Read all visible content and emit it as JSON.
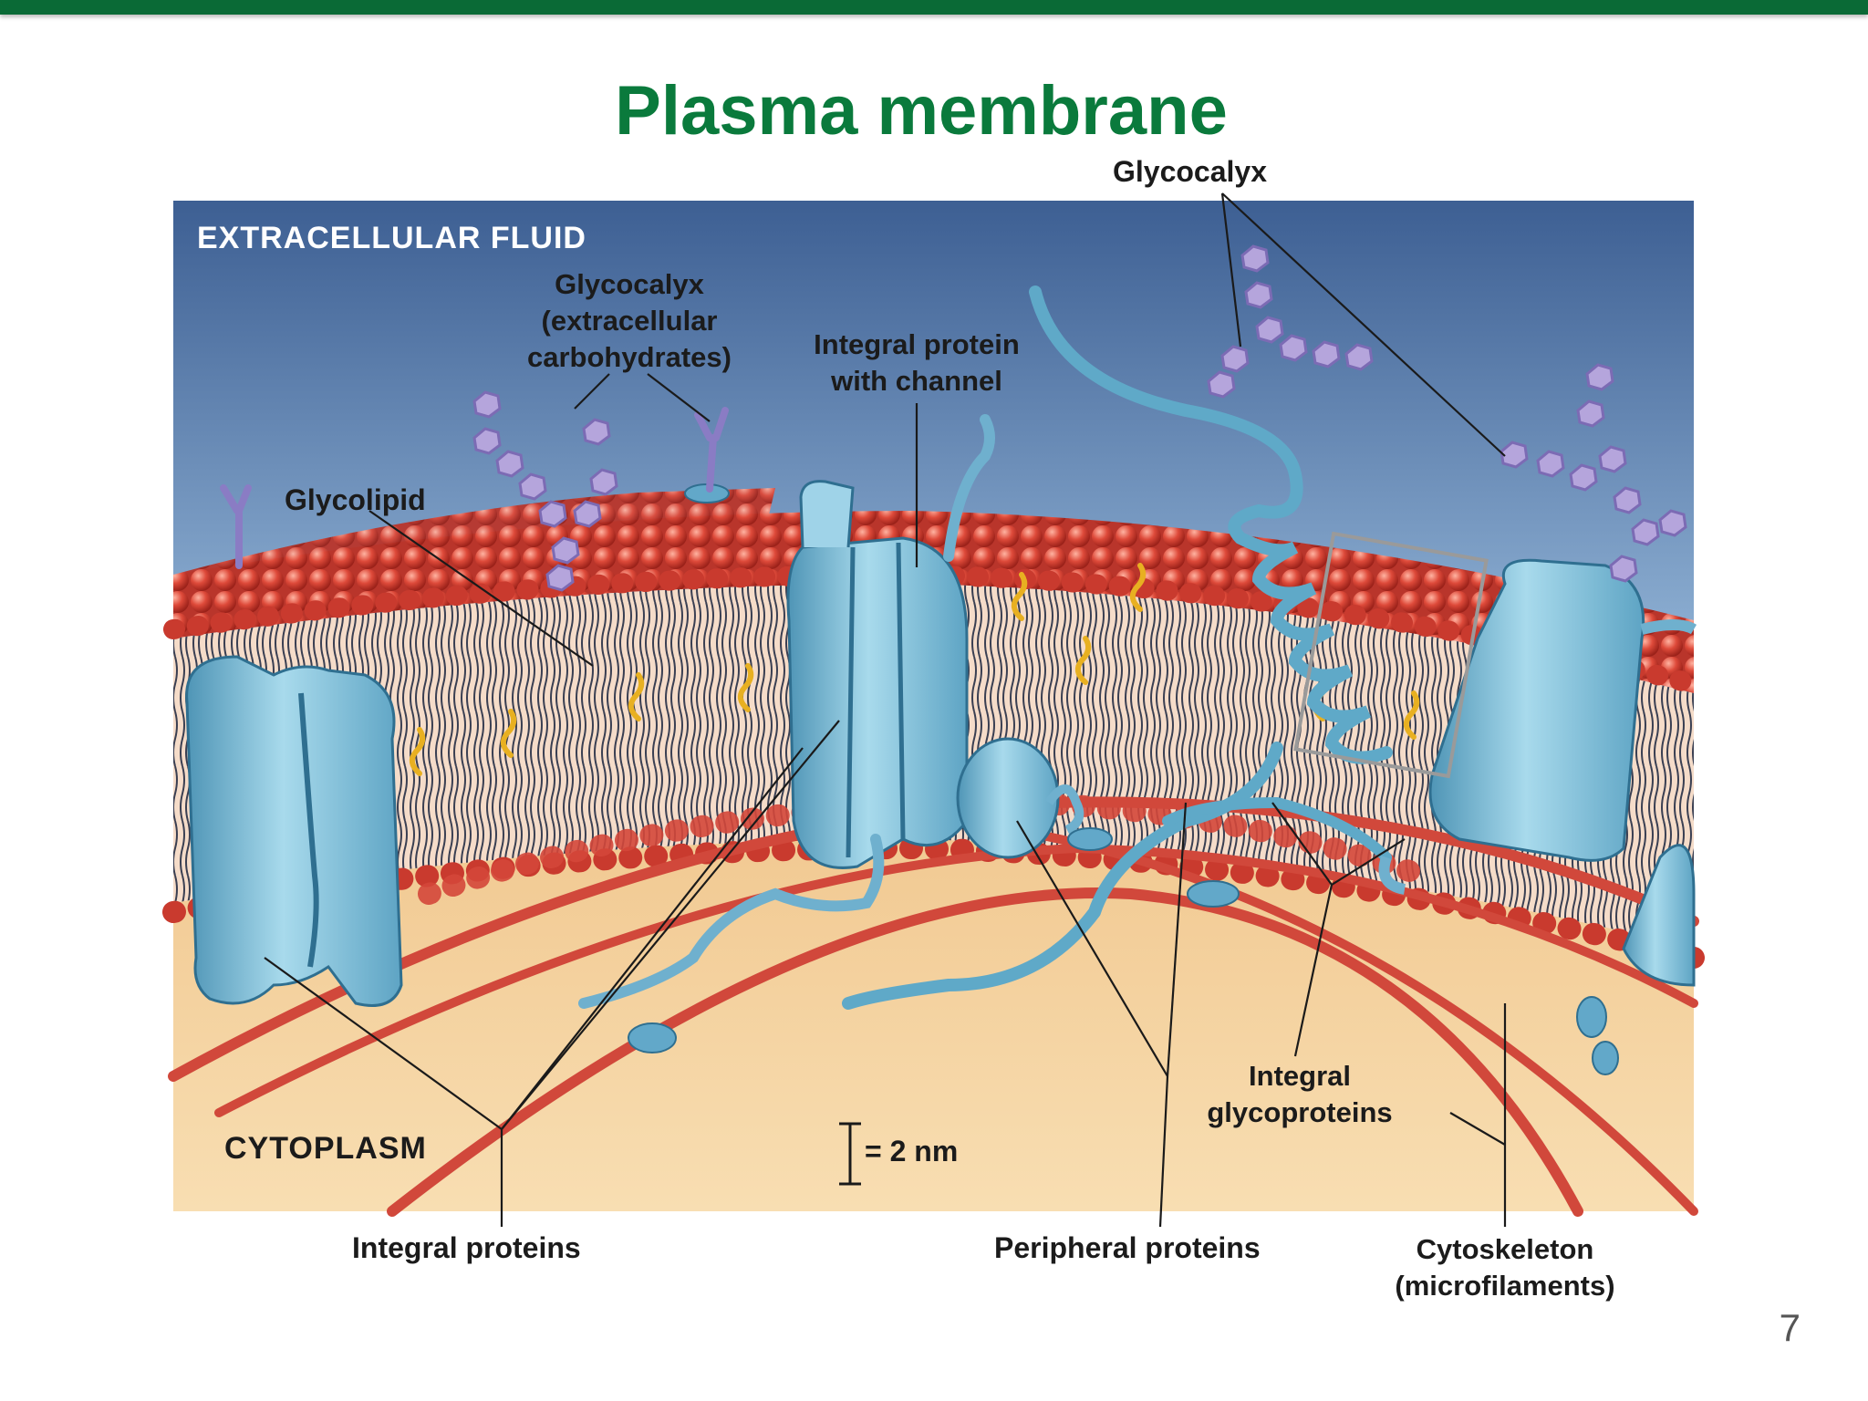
{
  "slide": {
    "title": "Plasma membrane",
    "page_number": "7"
  },
  "colors": {
    "accent_green": "#0a6a36",
    "title_green": "#0a7a3c",
    "lipid_head": "#d9453a",
    "protein_blue": "#7fc0d9",
    "carbohydrate_purple": "#a896cf",
    "cytoplasm": "#f3c88e"
  },
  "labels": {
    "extracellular_fluid": "EXTRACELLULAR FLUID",
    "cytoplasm": "CYTOPLASM",
    "glycocalyx_top": "Glycocalyx",
    "glycocalyx_carbs": [
      "Glycocalyx",
      "(extracellular",
      "carbohydrates)"
    ],
    "glycolipid": "Glycolipid",
    "integral_protein_channel": [
      "Integral protein",
      "with channel"
    ],
    "integral_glycoproteins": [
      "Integral",
      "glycoproteins"
    ],
    "scale_bar": "= 2 nm",
    "integral_proteins": "Integral proteins",
    "peripheral_proteins": "Peripheral proteins",
    "cytoskeleton": [
      "Cytoskeleton",
      "(microfilaments)"
    ]
  }
}
